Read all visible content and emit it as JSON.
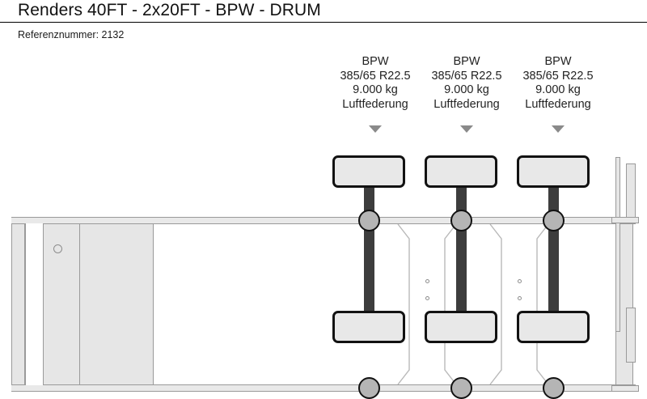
{
  "header": {
    "title": "Renders 40FT - 2x20FT - BPW - DRUM",
    "reference_label": "Referenznummer: 2132"
  },
  "axles": [
    {
      "brand": "BPW",
      "tire_size": "385/65 R22.5",
      "capacity": "9.000 kg",
      "suspension": "Luftfederung",
      "marker": "down-triangle"
    },
    {
      "brand": "BPW",
      "tire_size": "385/65 R22.5",
      "capacity": "9.000 kg",
      "suspension": "Luftfederung",
      "marker": "down-triangle"
    },
    {
      "brand": "BPW",
      "tire_size": "385/65 R22.5",
      "capacity": "9.000 kg",
      "suspension": "Luftfederung",
      "marker": "down-triangle"
    }
  ],
  "diagram": {
    "view": "trailer-chassis-top-view",
    "axle_count": 3,
    "colors": {
      "rail_fill": "#e9e9e9",
      "rail_stroke": "#9a9a9a",
      "tire_fill": "#e8e8e8",
      "tire_stroke": "#121212",
      "axle_rod": "#3d3d3d",
      "hub_fill": "#b5b5b5",
      "marker_gray": "#8a8a8a",
      "background": "#ffffff"
    }
  }
}
